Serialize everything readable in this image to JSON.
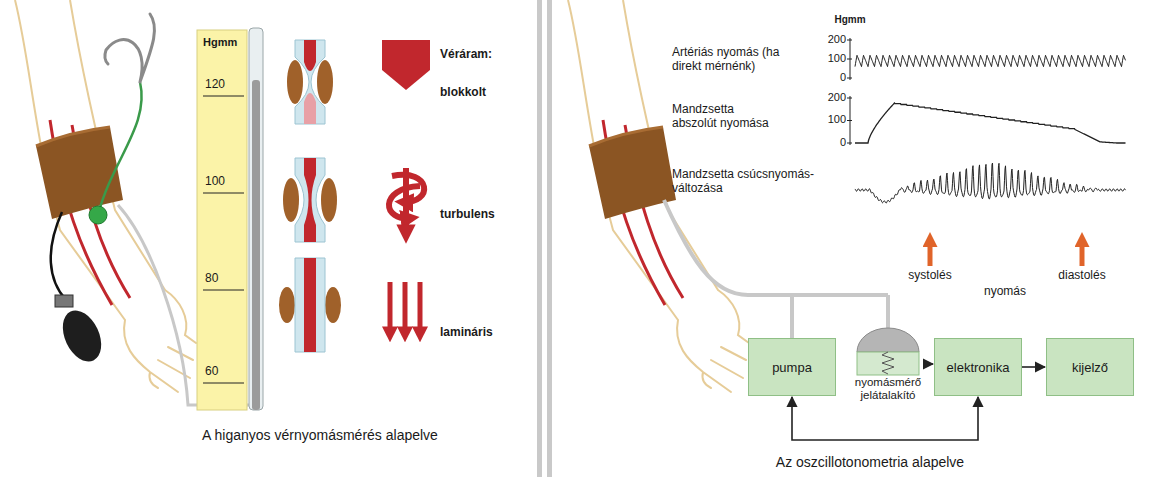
{
  "diagram": {
    "nodes": [
      {
        "text": [
          "pumpa"
        ]
      },
      {
        "text": [
          "nyomásmérő jelátalakító"
        ]
      },
      {
        "text": [
          "elektronika"
        ]
      },
      {
        "text": [
          "kijelző"
        ]
      }
    ],
    "edges": [
      {
        "from": 1,
        "to": 2,
        "arrow": "to"
      },
      {
        "from": 2,
        "to": 3,
        "arrow": "to"
      },
      {
        "from": 0,
        "to": 2,
        "arrow": "both"
      }
    ],
    "labels": [
      "Hgmm",
      "120",
      "100",
      "80",
      "60",
      "Véráram:",
      "blokkolt",
      "turbulens",
      "lamináris",
      "A higanyos vérnyomásmérés alapelve",
      "Hgmm",
      "200",
      "100",
      "0",
      "Artériás nyomás (ha direkt mérnénk)",
      "200",
      "100",
      "0",
      "Mandzsetta abszolút nyomása",
      "Mandzsetta csúcsnyomás-változása",
      "systolés",
      "nyomás",
      "diastolés",
      "Az oszcillotonometria alapelve"
    ]
  }
}
